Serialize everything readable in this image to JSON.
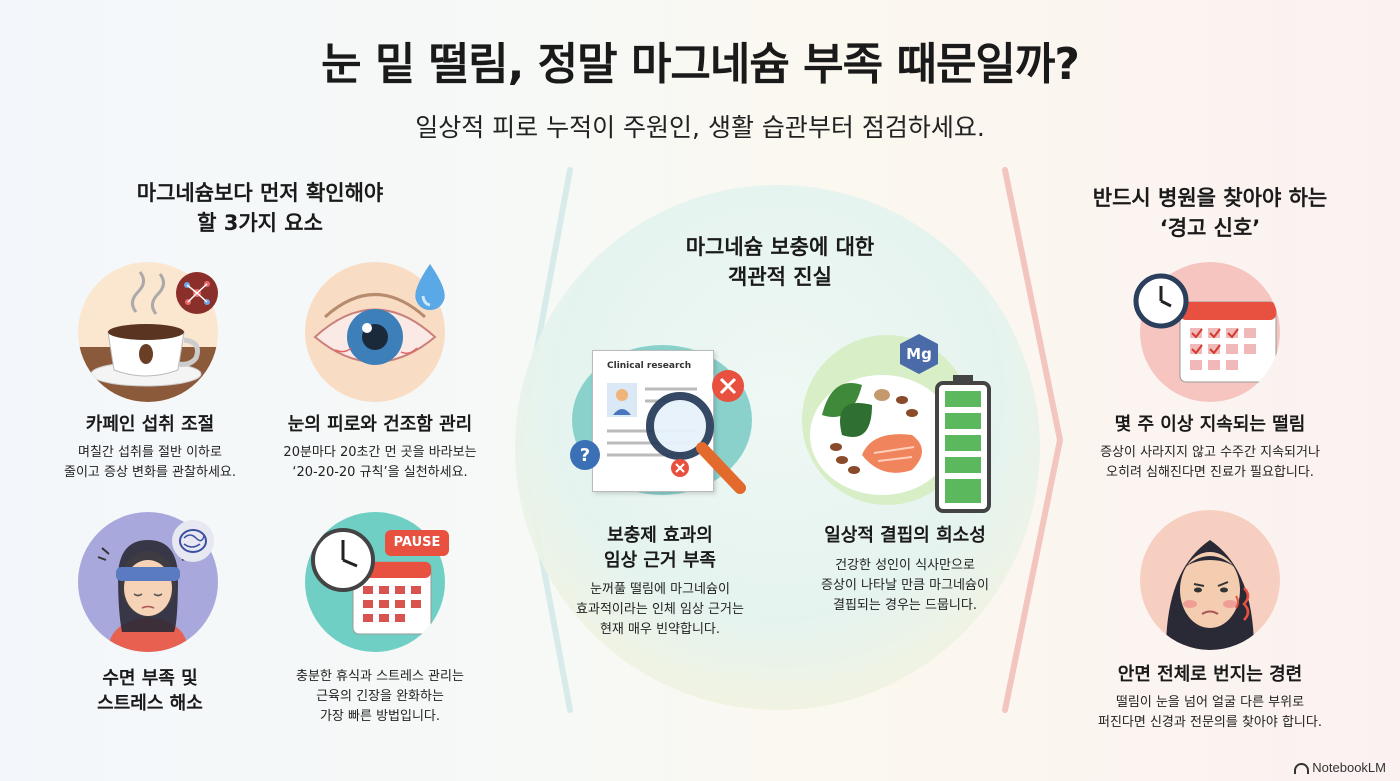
{
  "title": "눈 밑 떨림, 정말 마그네슘 부족 때문일까?",
  "subtitle": "일상적 피로 누적이 주원인, 생활 습관부터 점검하세요.",
  "left": {
    "heading_line1": "마그네슘보다 먼저 확인해야",
    "heading_line2": "할 3가지 요소",
    "items": [
      {
        "title": "카페인 섭취 조절",
        "desc1": "며칠간 섭취를 절반 이하로",
        "desc2": "줄이고 증상 변화를 관찰하세요."
      },
      {
        "title": "눈의 피로와 건조함 관리",
        "desc1": "20분마다 20초간 먼 곳을 바라보는",
        "desc2": "‘20-20-20 규칙’을 실천하세요."
      },
      {
        "title1": "수면 부족 및",
        "title2": "스트레스 해소"
      },
      {
        "desc1": "충분한 휴식과 스트레스 관리는",
        "desc2": "근육의 긴장을 완화하는",
        "desc3": "가장 빠른 방법입니다.",
        "badge": "PAUSE"
      }
    ]
  },
  "middle": {
    "heading_line1": "마그네슘 보충에 대한",
    "heading_line2": "객관적 진실",
    "items": [
      {
        "image_label": "Clinical research",
        "title1": "보충제 효과의",
        "title2": "임상 근거 부족",
        "desc1": "눈꺼풀 떨림에 마그네슘이",
        "desc2": "효과적이라는 인체 임상 근거는",
        "desc3": "현재 매우 빈약합니다."
      },
      {
        "badge": "Mg",
        "title": "일상적 결핍의 희소성",
        "desc1": "건강한 성인이 식사만으로",
        "desc2": "증상이 나타날 만큼 마그네슘이",
        "desc3": "결핍되는 경우는 드뭅니다."
      }
    ]
  },
  "right": {
    "heading_line1": "반드시 병원을 찾아야 하는",
    "heading_line2": "‘경고 신호’",
    "items": [
      {
        "title": "몇 주 이상 지속되는 떨림",
        "desc1": "증상이 사라지지 않고 수주간 지속되거나",
        "desc2": "오히려 심해진다면 진료가 필요합니다."
      },
      {
        "title": "안면 전체로 번지는 경련",
        "desc1": "떨림이 눈을 넘어 얼굴 다른 부위로",
        "desc2": "퍼진다면 신경과 전문의를 찾아야 합니다."
      }
    ]
  },
  "footer": {
    "brand": "NotebookLM"
  },
  "colors": {
    "accent_red": "#e8513f",
    "teal": "#8fd3c9",
    "peach": "#f6d3b3",
    "pink": "#f7c7c1"
  }
}
